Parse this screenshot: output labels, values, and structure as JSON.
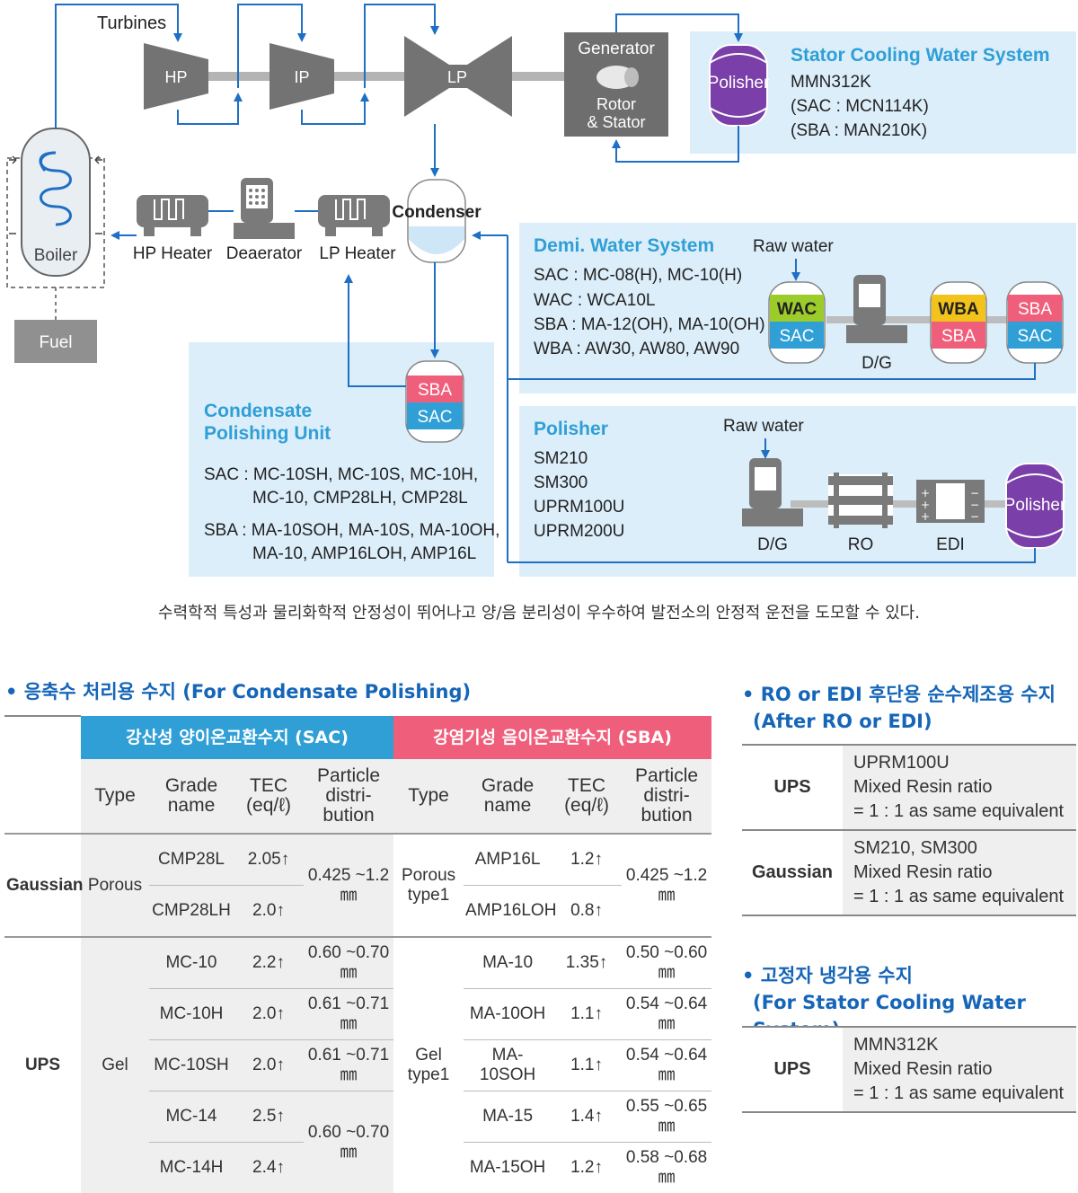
{
  "diagram": {
    "turbines_label": "Turbines",
    "hp": "HP",
    "ip": "IP",
    "lp": "LP",
    "generator": "Generator",
    "rotor1": "Rotor",
    "rotor2": "& Stator",
    "boiler": "Boiler",
    "fuel": "Fuel",
    "hp_heater": "HP Heater",
    "deaerator": "Deaerator",
    "lp_heater": "LP Heater",
    "condenser": "Condenser",
    "stator": {
      "title": "Stator Cooling Water System",
      "polisher": "Polisher",
      "lines": [
        "MMN312K",
        "(SAC : MCN114K)",
        "(SBA : MAN210K)"
      ]
    },
    "demi": {
      "title": "Demi. Water System",
      "raw_water": "Raw water",
      "lines": [
        "SAC : MC-08(H), MC-10(H)",
        "WAC : WCA10L",
        "SBA : MA-12(OH), MA-10(OH)",
        "WBA : AW30, AW80, AW90"
      ],
      "wac": "WAC",
      "sac": "SAC",
      "wba": "WBA",
      "sba": "SBA",
      "dg": "D/G"
    },
    "polisher": {
      "title": "Polisher",
      "raw_water": "Raw water",
      "lines": [
        "SM210",
        "SM300",
        "UPRM100U",
        "UPRM200U"
      ],
      "dg": "D/G",
      "ro": "RO",
      "edi": "EDI",
      "polisher": "Polisher"
    },
    "cpu": {
      "title1": "Condensate",
      "title2": "Polishing Unit",
      "sba": "SBA",
      "sac": "SAC",
      "sac_lines": [
        "SAC : MC-10SH, MC-10S, MC-10H,",
        "MC-10, CMP28LH, CMP28L"
      ],
      "sba_lines": [
        "SBA : MA-10SOH, MA-10S, MA-10OH,",
        "MA-10, AMP16LOH, AMP16L"
      ]
    },
    "colors": {
      "panel": "#dceefa",
      "line": "#1f6fc4",
      "sba": "#ef5f7b",
      "sac": "#2f9fd6",
      "wac": "#9ccc2a",
      "wba": "#f2c31a",
      "polisher": "#7a3fa8",
      "equip": "#7a7a7a",
      "fuel": "#909090"
    }
  },
  "caption": "수력학적 특성과 물리화학적 안정성이 뛰어나고  양/음 분리성이 우수하여 발전소의 안정적 운전을 도모할 수 있다.",
  "condensate_section": {
    "title": "• 응축수 처리용 수지 (For Condensate Polishing)",
    "sac_header": "강산성 양이온교환수지 (SAC)",
    "sba_header": "강염기성 음이온교환수지 (SBA)",
    "col_type": "Type",
    "col_grade": "Grade name",
    "col_tec": "TEC (eq/ℓ)",
    "col_particle": "Particle distri-bution",
    "gaussian": "Gaussian",
    "porous": "Porous",
    "porous_type1": "Porous type1",
    "ups": "UPS",
    "gel": "Gel",
    "gel_type1": "Gel type1",
    "sac_rows": [
      {
        "grade": "CMP28L",
        "tec": "2.05↑"
      },
      {
        "grade": "CMP28LH",
        "tec": "2.0↑"
      },
      {
        "grade": "MC-10",
        "tec": "2.2↑"
      },
      {
        "grade": "MC-10H",
        "tec": "2.0↑"
      },
      {
        "grade": "MC-10SH",
        "tec": "2.0↑"
      },
      {
        "grade": "MC-14",
        "tec": "2.5↑"
      },
      {
        "grade": "MC-14H",
        "tec": "2.4↑"
      }
    ],
    "sac_particles": [
      "0.425 ~1.2㎜",
      "0.60 ~0.70㎜",
      "0.61 ~0.71㎜",
      "0.61 ~0.71㎜",
      "0.60 ~0.70㎜"
    ],
    "sba_rows": [
      {
        "grade": "AMP16L",
        "tec": "1.2↑"
      },
      {
        "grade": "AMP16LOH",
        "tec": "0.8↑"
      },
      {
        "grade": "MA-10",
        "tec": "1.35↑",
        "particle": "0.50 ~0.60㎜"
      },
      {
        "grade": "MA-10OH",
        "tec": "1.1↑",
        "particle": "0.54 ~0.64㎜"
      },
      {
        "grade": "MA-10SOH",
        "tec": "1.1↑",
        "particle": "0.54 ~0.64㎜"
      },
      {
        "grade": "MA-15",
        "tec": "1.4↑",
        "particle": "0.55 ~0.65㎜"
      },
      {
        "grade": "MA-15OH",
        "tec": "1.2↑",
        "particle": "0.58 ~0.68㎜"
      }
    ],
    "sba_particle_gauss": "0.425 ~1.2㎜"
  },
  "ro_section": {
    "title1": "• RO or EDI 후단용 순수제조용 수지",
    "title2": "(After RO or EDI)",
    "rows": [
      {
        "key": "UPS",
        "l1": "UPRM100U",
        "l2": "Mixed Resin ratio",
        "l3": "= 1 : 1 as same equivalent"
      },
      {
        "key": "Gaussian",
        "l1": "SM210, SM300",
        "l2": "Mixed Resin ratio",
        "l3": "= 1 : 1 as same equivalent"
      }
    ]
  },
  "stator_section": {
    "title1": "• 고정자 냉각용 수지",
    "title2": "(For Stator Cooling Water System)",
    "rows": [
      {
        "key": "UPS",
        "l1": "MMN312K",
        "l2": "Mixed Resin ratio",
        "l3": "= 1 : 1 as same equivalent"
      }
    ]
  }
}
